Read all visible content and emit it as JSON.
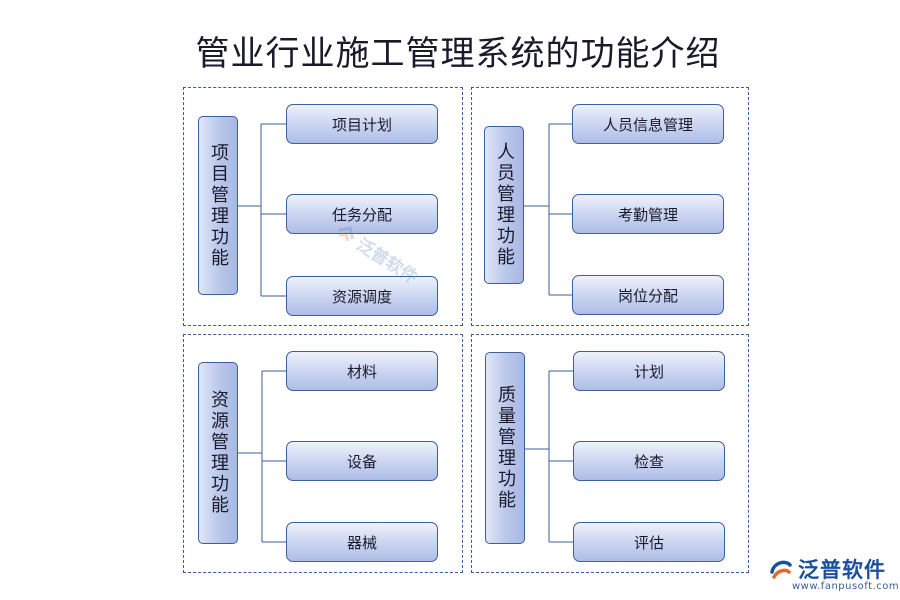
{
  "title": "管业行业施工管理系统的功能介绍",
  "modules": [
    {
      "category": "项目管理功能",
      "items": [
        "项目计划",
        "任务分配",
        "资源调度"
      ]
    },
    {
      "category": "人员管理功能",
      "items": [
        "人员信息管理",
        "考勤管理",
        "岗位分配"
      ]
    },
    {
      "category": "资源管理功能",
      "items": [
        "材料",
        "设备",
        "器械"
      ]
    },
    {
      "category": "质量管理功能",
      "items": [
        "计划",
        "检查",
        "评估"
      ]
    }
  ],
  "watermark": {
    "text": "泛普软件"
  },
  "brand": {
    "name": "泛普软件",
    "url": "www.fanpusoft.com",
    "logo_icon": "fanpu-logo-icon"
  },
  "colors": {
    "border": "#3d5f9a",
    "box_fill": "#c9d3f0",
    "panel_border": "#3a5f95"
  }
}
